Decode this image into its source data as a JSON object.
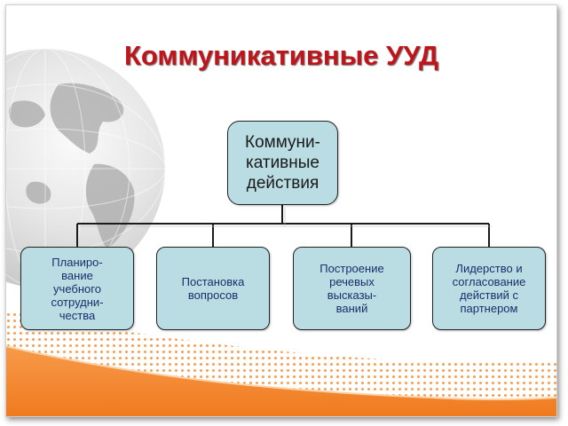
{
  "title": "Коммуникативные УУД",
  "diagram": {
    "root": {
      "label": "Коммуни-\nкативные\n действия"
    },
    "children": [
      {
        "label": "Планиро-\nвание\nучебного\nсотрудни-\nчества"
      },
      {
        "label": "Постановка\nвопросов"
      },
      {
        "label": "Построение\nречевых\nвысказы-\nваний"
      },
      {
        "label": "Лидерство и\nсогласование\nдействий с\nпартнером"
      }
    ]
  },
  "colors": {
    "title": "#c0141b",
    "node_fill": "#b9dde3",
    "node_text": "#1a2e6a",
    "accent_orange": "#f07a1e"
  }
}
